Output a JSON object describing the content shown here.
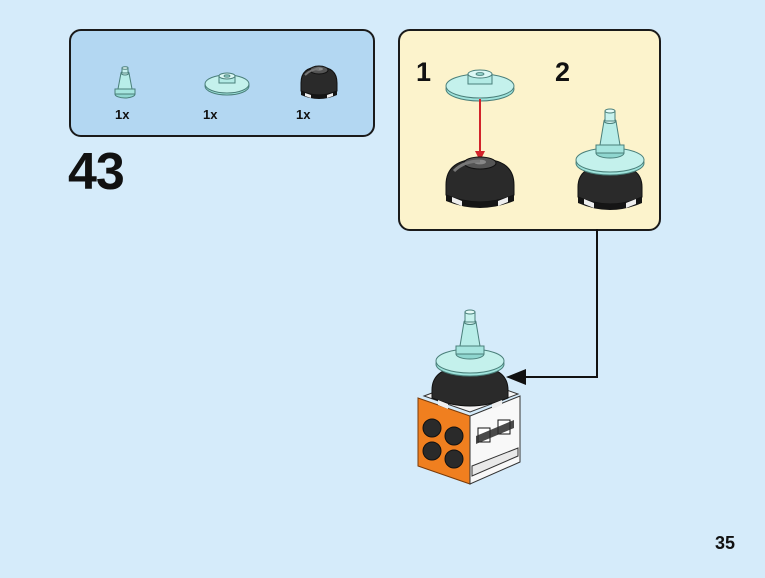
{
  "parts_list": {
    "items": [
      {
        "name": "Transparent light blue cone",
        "quantity": "1x"
      },
      {
        "name": "Transparent light blue round plate with hole",
        "quantity": "1x"
      },
      {
        "name": "Black round brick dome",
        "quantity": "1x"
      }
    ]
  },
  "step": {
    "number": "43"
  },
  "sub_steps": [
    {
      "number": "1"
    },
    {
      "number": "2"
    }
  ],
  "page": {
    "number": "35"
  },
  "colors": {
    "background": "#d5ebfa",
    "parts_box": "#b3d7f2",
    "sub_box": "#fcf3cc",
    "trans_light_blue": "#9fe3dc",
    "black_part": "#222222",
    "orange_part": "#f07f1f",
    "arrow_red": "#d2232a"
  }
}
